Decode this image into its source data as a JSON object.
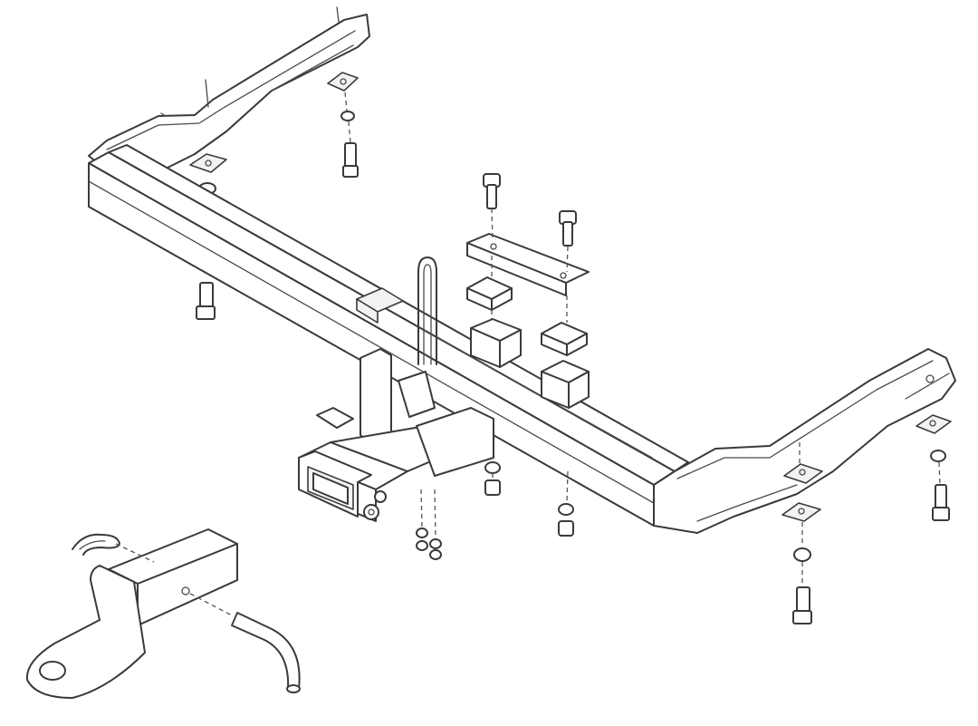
{
  "diagram": {
    "parts": [
      {
        "name": "receiver-crossbar"
      },
      {
        "name": "left-side-bracket"
      },
      {
        "name": "right-side-bracket"
      },
      {
        "name": "receiver-opening"
      },
      {
        "name": "ball-mount"
      },
      {
        "name": "hitch-pin"
      },
      {
        "name": "hitch-clip"
      },
      {
        "name": "u-bolt"
      },
      {
        "name": "spacer-blocks"
      },
      {
        "name": "clamp-plate"
      },
      {
        "name": "mounting-bolts"
      },
      {
        "name": "nuts-and-washers"
      }
    ]
  }
}
